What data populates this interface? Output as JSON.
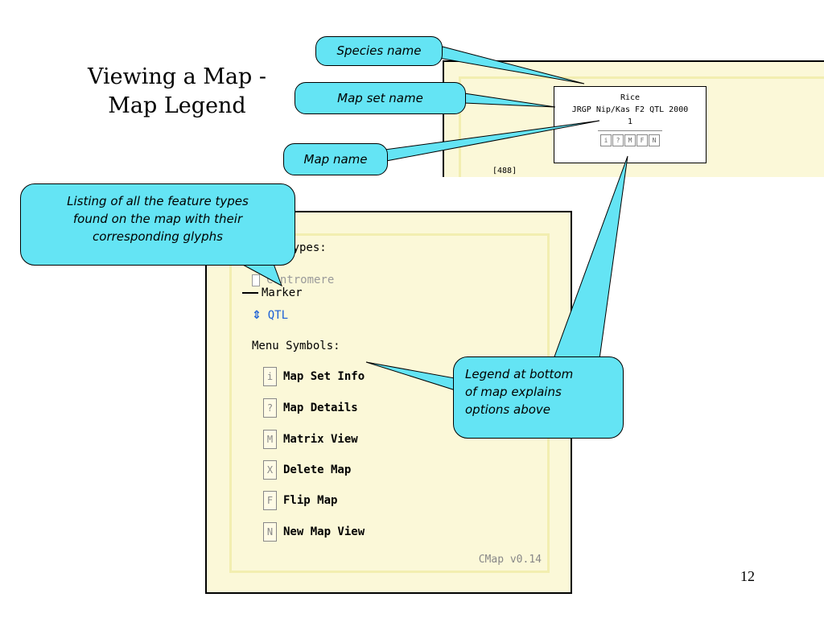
{
  "slide": {
    "title_line1": "Viewing a Map -",
    "title_line2": "Map Legend",
    "number": "12"
  },
  "map_view": {
    "species": "Rice",
    "map_set": "JRGP Nip/Kas F2 QTL 2000",
    "map_name": "1",
    "coordinate_label": "[488]",
    "menu_icons": [
      "i",
      "?",
      "M",
      "F",
      "N"
    ]
  },
  "legend": {
    "feature_types_heading": "ture Types:",
    "feature_types": [
      {
        "label": "Centromere",
        "color": "#9a9a9a"
      },
      {
        "label": "Marker",
        "color": "#000000"
      },
      {
        "label": "QTL",
        "color": "#1a5fd6"
      }
    ],
    "menu_symbols_heading": "Menu Symbols:",
    "menu_symbols": [
      {
        "icon": "i",
        "label": "Map Set Info"
      },
      {
        "icon": "?",
        "label": "Map Details"
      },
      {
        "icon": "M",
        "label": "Matrix View"
      },
      {
        "icon": "X",
        "label": "Delete Map"
      },
      {
        "icon": "F",
        "label": "Flip Map"
      },
      {
        "icon": "N",
        "label": "New Map View"
      }
    ],
    "version": "CMap v0.14"
  },
  "callouts": {
    "species": "Species name",
    "map_set": "Map set name",
    "map_name": "Map name",
    "feature_types_line1": "Listing of all the feature types",
    "feature_types_line2": "found on the map with their",
    "feature_types_line3": "corresponding glyphs",
    "legend_line1": "Legend at bottom",
    "legend_line2": "of map explains",
    "legend_line3": "options above"
  },
  "colors": {
    "callout_fill": "#64e4f4",
    "panel_fill": "#fbf8d8",
    "panel_border": "#f2eeb0",
    "qtl_blue": "#1a5fd6"
  }
}
